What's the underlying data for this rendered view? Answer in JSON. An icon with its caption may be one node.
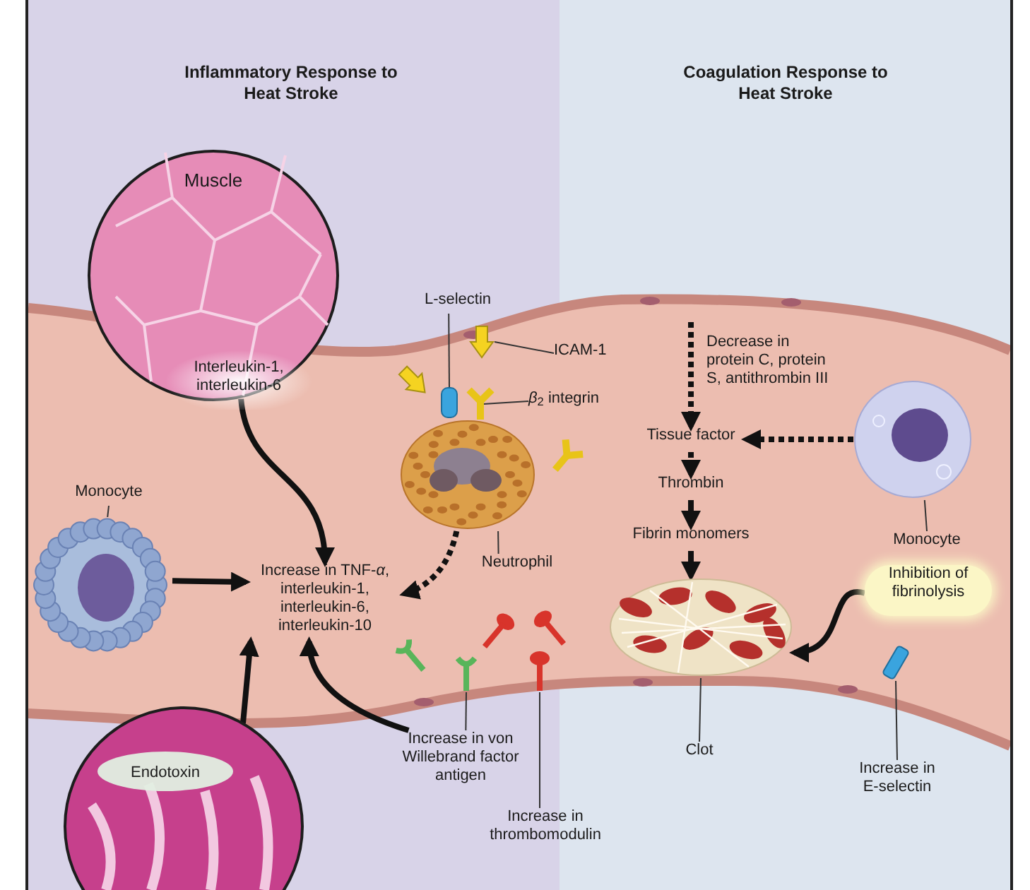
{
  "diagram": {
    "nodes": [
      {
        "text": [
          "Muscle",
          "Interleukin-1, interleukin-6"
        ]
      },
      {
        "text": [
          "Monocyte"
        ]
      },
      {
        "text": [],
        "shape": "picture"
      },
      {
        "text": [
          "Increase in TNF-*α*, interleukin-1, interleukin-6, interleukin-10"
        ]
      },
      {
        "text": [
          "L-selectin"
        ]
      },
      {
        "text": [],
        "shape": "box"
      },
      {
        "text": [
          "ICAM-1"
        ]
      },
      {
        "text": [],
        "shape": "picture"
      },
      {
        "text": [
          "*β*$_{2}$ integrin"
        ]
      },
      {
        "text": [],
        "shape": "picture"
      },
      {
        "text": [],
        "shape": "picture"
      },
      {
        "text": [
          "Neutrophil"
        ]
      },
      {
        "text": [
          "Endotoxin"
        ]
      },
      {
        "text": [
          "Increase in von Willebrand factor antigen"
        ]
      },
      {
        "text": [],
        "shape": "picture"
      },
      {
        "text": [
          "Increase in thrombomodulin"
        ]
      },
      {
        "text": [],
        "shape": "picture"
      },
      {
        "text": [
          "Tissue factor"
        ]
      },
      {
        "text": [
          "Thrombin"
        ]
      },
      {
        "text": [
          "Fibrin monomers"
        ]
      },
      {
        "text": [],
        "shape": "picture"
      },
      {
        "text": [
          "Clot"
        ]
      },
      {
        "text": [],
        "shape": "picture"
      },
      {
        "text": [
          "Monocyte"
        ]
      },
      {
        "text": [
          "Inhibition of fibrinolysis"
        ]
      },
      {
        "text": [],
        "shape": "box"
      },
      {
        "text": [
          "Increase in E-selectin"
        ]
      }
    ],
    "edges": [
      {
        "from": 0,
        "to": 3,
        "arrow": "to"
      },
      {
        "from": 2,
        "to": 3,
        "arrow": "to"
      },
      {
        "from": 10,
        "to": 3,
        "arrow": "to",
        "style": "dashed"
      },
      {
        "from": 12,
        "to": 3,
        "arrow": "to"
      },
      {
        "from": 13,
        "to": 3,
        "arrow": "to"
      },
      {
        "from": null,
        "to": 17,
        "arrow": "to",
        "style": "dashed"
      },
      {
        "from": 17,
        "to": 18,
        "arrow": "to",
        "style": "dashed"
      },
      {
        "from": 18,
        "to": 19,
        "arrow": "to"
      },
      {
        "from": 19,
        "to": 20,
        "arrow": "to"
      },
      {
        "from": 22,
        "to": 17,
        "arrow": "to",
        "style": "dashed"
      },
      {
        "from": 24,
        "to": 20,
        "arrow": "to"
      },
      {
        "from": 1,
        "to": 2,
        "arrow": "none"
      },
      {
        "from": 4,
        "to": 5,
        "arrow": "none"
      },
      {
        "from": 6,
        "to": 7,
        "arrow": "none"
      },
      {
        "from": 8,
        "to": 9,
        "arrow": "none"
      },
      {
        "from": 11,
        "to": 10,
        "arrow": "none"
      },
      {
        "from": 13,
        "to": 14,
        "arrow": "none"
      },
      {
        "from": 15,
        "to": 16,
        "arrow": "none"
      },
      {
        "from": 21,
        "to": 20,
        "arrow": "none"
      },
      {
        "from": 23,
        "to": 22,
        "arrow": "none"
      },
      {
        "from": 26,
        "to": 25,
        "arrow": "none"
      }
    ],
    "labels": [
      "Inflammatory Response to Heat Stroke",
      "Coagulation Response to Heat Stroke",
      "Decrease in protein C, protein S, antithrombin III"
    ]
  }
}
